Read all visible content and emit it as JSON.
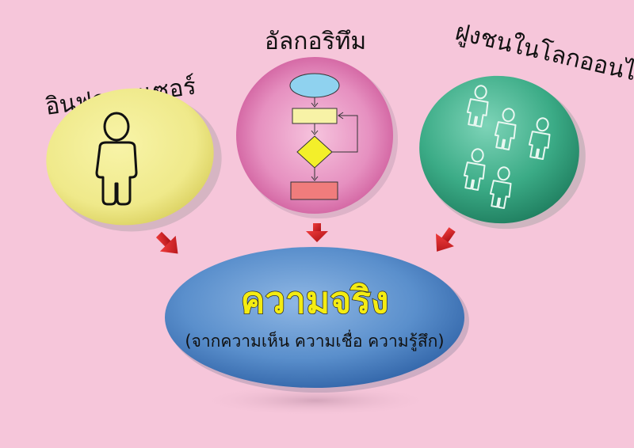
{
  "labels": {
    "influencer": "อินฟลูเอนเซอร์",
    "algorithm": "อัลกอริทึม",
    "online_crowd": "ฝูงชนในโลกออนไลน์"
  },
  "center": {
    "title": "ความจริง",
    "subtitle": "(จากความเห็น ความเชื่อ ความรู้สึก)"
  },
  "colors": {
    "background": "#f6c6da",
    "influencer_circle": "#f1ec8e",
    "algorithm_circle": "#e07ab4",
    "crowd_circle": "#35a883",
    "truth_ellipse": "#4f86c7",
    "title_text": "#f2ea14",
    "arrow": "#d8191f"
  },
  "icons": {
    "influencer": "person-icon",
    "algorithm": "flowchart-icon",
    "crowd": "people-group-icon"
  }
}
